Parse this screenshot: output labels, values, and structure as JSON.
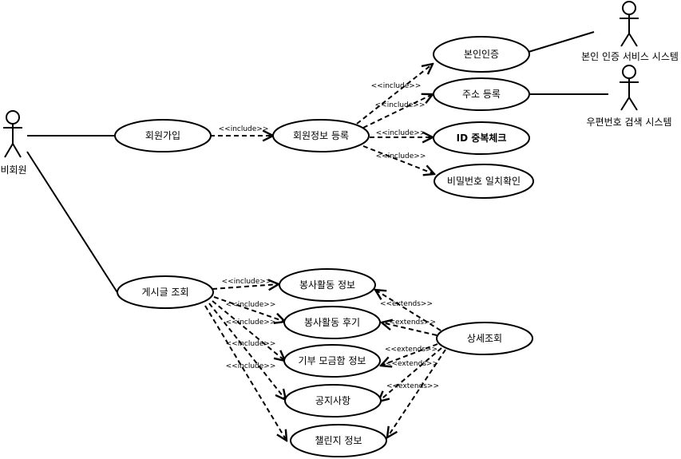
{
  "actors": {
    "non_member": "비회원",
    "identity_verification_system": "본인 인증 서비스 시스템",
    "postal_code_search_system": "우편번호 검색 시스템"
  },
  "use_cases": {
    "signup": "회원가입",
    "member_info_registration": "회원정보 등록",
    "identity_verification": "본인인증",
    "address_registration": "주소 등록",
    "id_duplicate_check": "ID 중복체크",
    "password_match_check": "비밀번호 일치확인",
    "post_view": "게시글 조회",
    "volunteer_info": "봉사활동 정보",
    "volunteer_review": "봉사활동 후기",
    "donation_fundraising_info": "기부 모금함 정보",
    "notice": "공지사항",
    "challenge_info": "챌린지 정보",
    "detail_view": "상세조회"
  },
  "stereotypes": {
    "include": "<<include>>",
    "extends": "<<extends>>"
  }
}
